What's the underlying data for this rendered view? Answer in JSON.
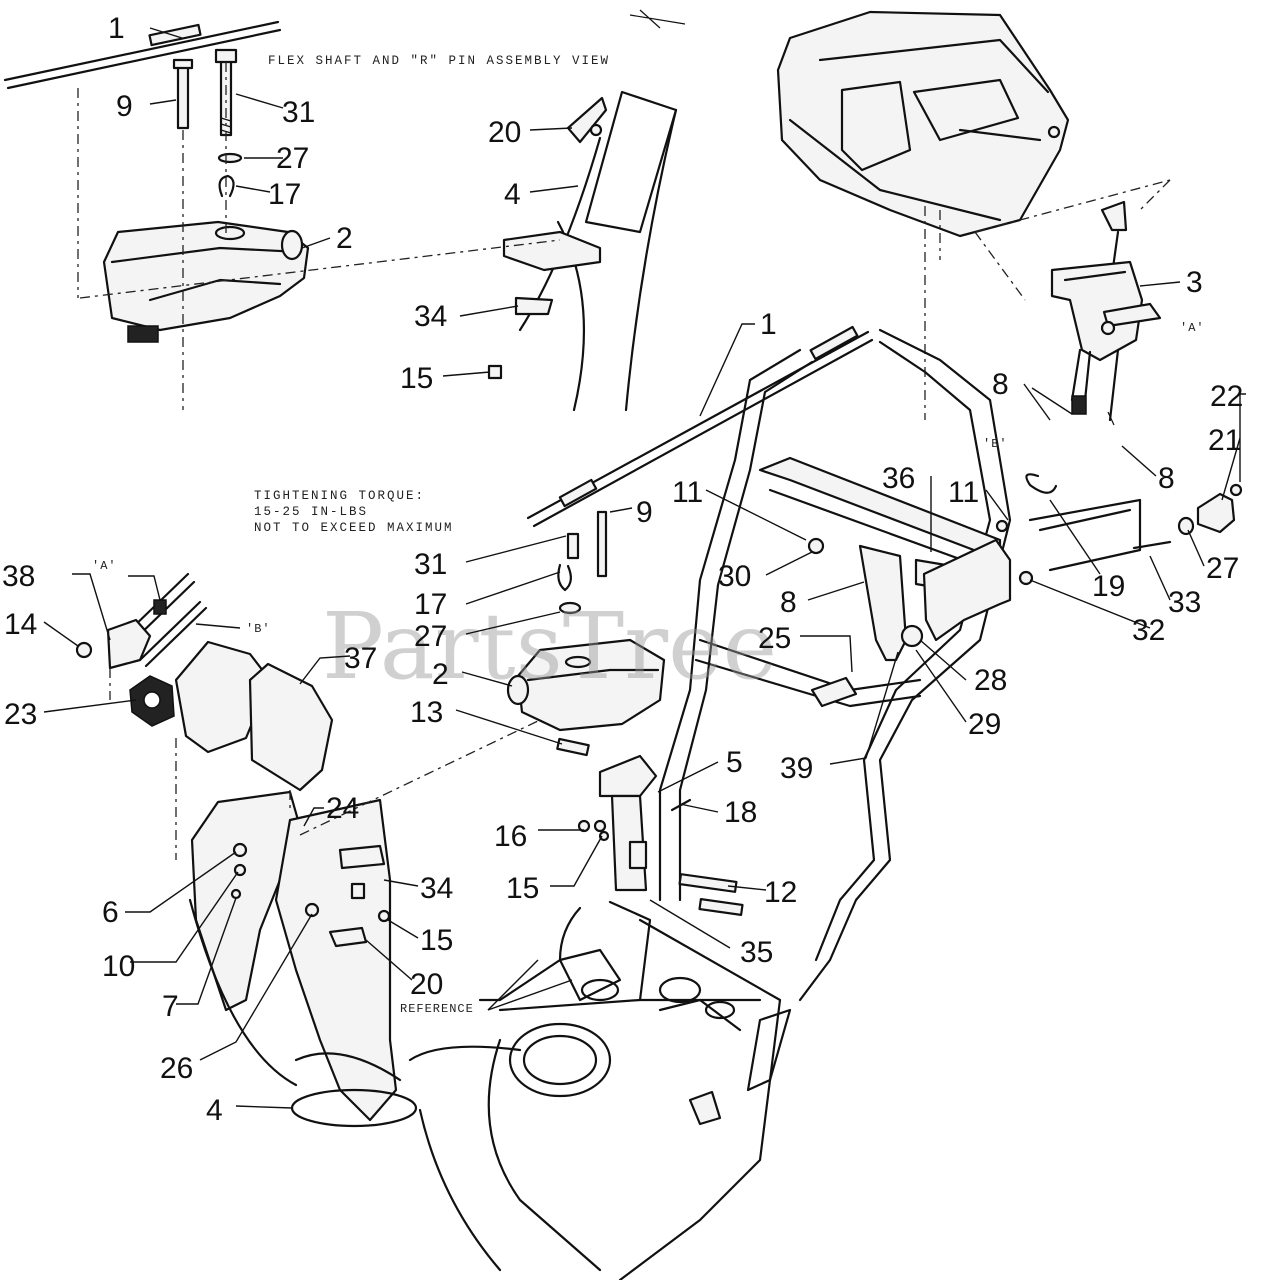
{
  "title": "FLEX SHAFT AND \"R\" PIN ASSEMBLY VIEW",
  "torque_note": {
    "line1": "TIGHTENING TORQUE:",
    "line2": "15-25 IN-LBS",
    "line3": "NOT TO EXCEED MAXIMUM"
  },
  "reference_label": "REFERENCE",
  "watermark": "PartsTree",
  "markers": {
    "a_top": "'A'",
    "b_top": "'B'",
    "a_left": "'A'",
    "b_left": "'B'"
  },
  "callouts": {
    "c1a": "1",
    "c9a": "9",
    "c31a": "31",
    "c27a": "27",
    "c17a": "17",
    "c2a": "2",
    "c20a": "20",
    "c4a": "4",
    "c34a": "34",
    "c15a": "15",
    "c1b": "1",
    "c3": "3",
    "c8a": "8",
    "c22": "22",
    "c21": "21",
    "c8b": "8",
    "c11a": "11",
    "c36": "36",
    "c11b": "11",
    "c9b": "9",
    "c31b": "31",
    "c17b": "17",
    "c27b": "27",
    "c2b": "2",
    "c13": "13",
    "c30": "30",
    "c8c": "8",
    "c25": "25",
    "c19": "19",
    "c33": "33",
    "c27c": "27",
    "c32": "32",
    "c28": "28",
    "c29": "29",
    "c39": "39",
    "c5": "5",
    "c18": "18",
    "c16": "16",
    "c15b": "15",
    "c12": "12",
    "c35": "35",
    "c38": "38",
    "c14": "14",
    "c23": "23",
    "c37": "37",
    "c24": "24",
    "c6": "6",
    "c10": "10",
    "c7": "7",
    "c34b": "34",
    "c15c": "15",
    "c20b": "20",
    "c26": "26",
    "c4b": "4"
  }
}
